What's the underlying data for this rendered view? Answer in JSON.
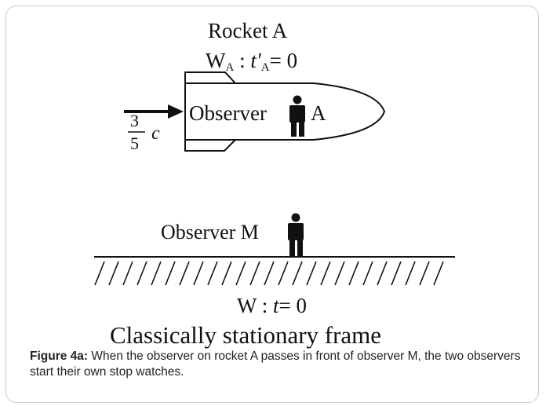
{
  "diagram": {
    "rocket_title": "Rocket A",
    "rocket_frame": "W",
    "rocket_frame_sub": "A",
    "rocket_time_label": "t′",
    "rocket_time_sub": "A",
    "rocket_time_value": "= 0",
    "observer_a_text": "Observer",
    "observer_a_letter": "A",
    "speed_num": "3",
    "speed_den": "5",
    "speed_unit": "c",
    "observer_m_label": "Observer M",
    "ground_frame": "W",
    "ground_time_var": "t",
    "ground_time_value": "= 0",
    "ground_title": "Classically stationary frame"
  },
  "caption": {
    "label": "Figure 4a:",
    "text": " When the observer on rocket A passes in front of observer M, the two observers start their own stop watches."
  }
}
